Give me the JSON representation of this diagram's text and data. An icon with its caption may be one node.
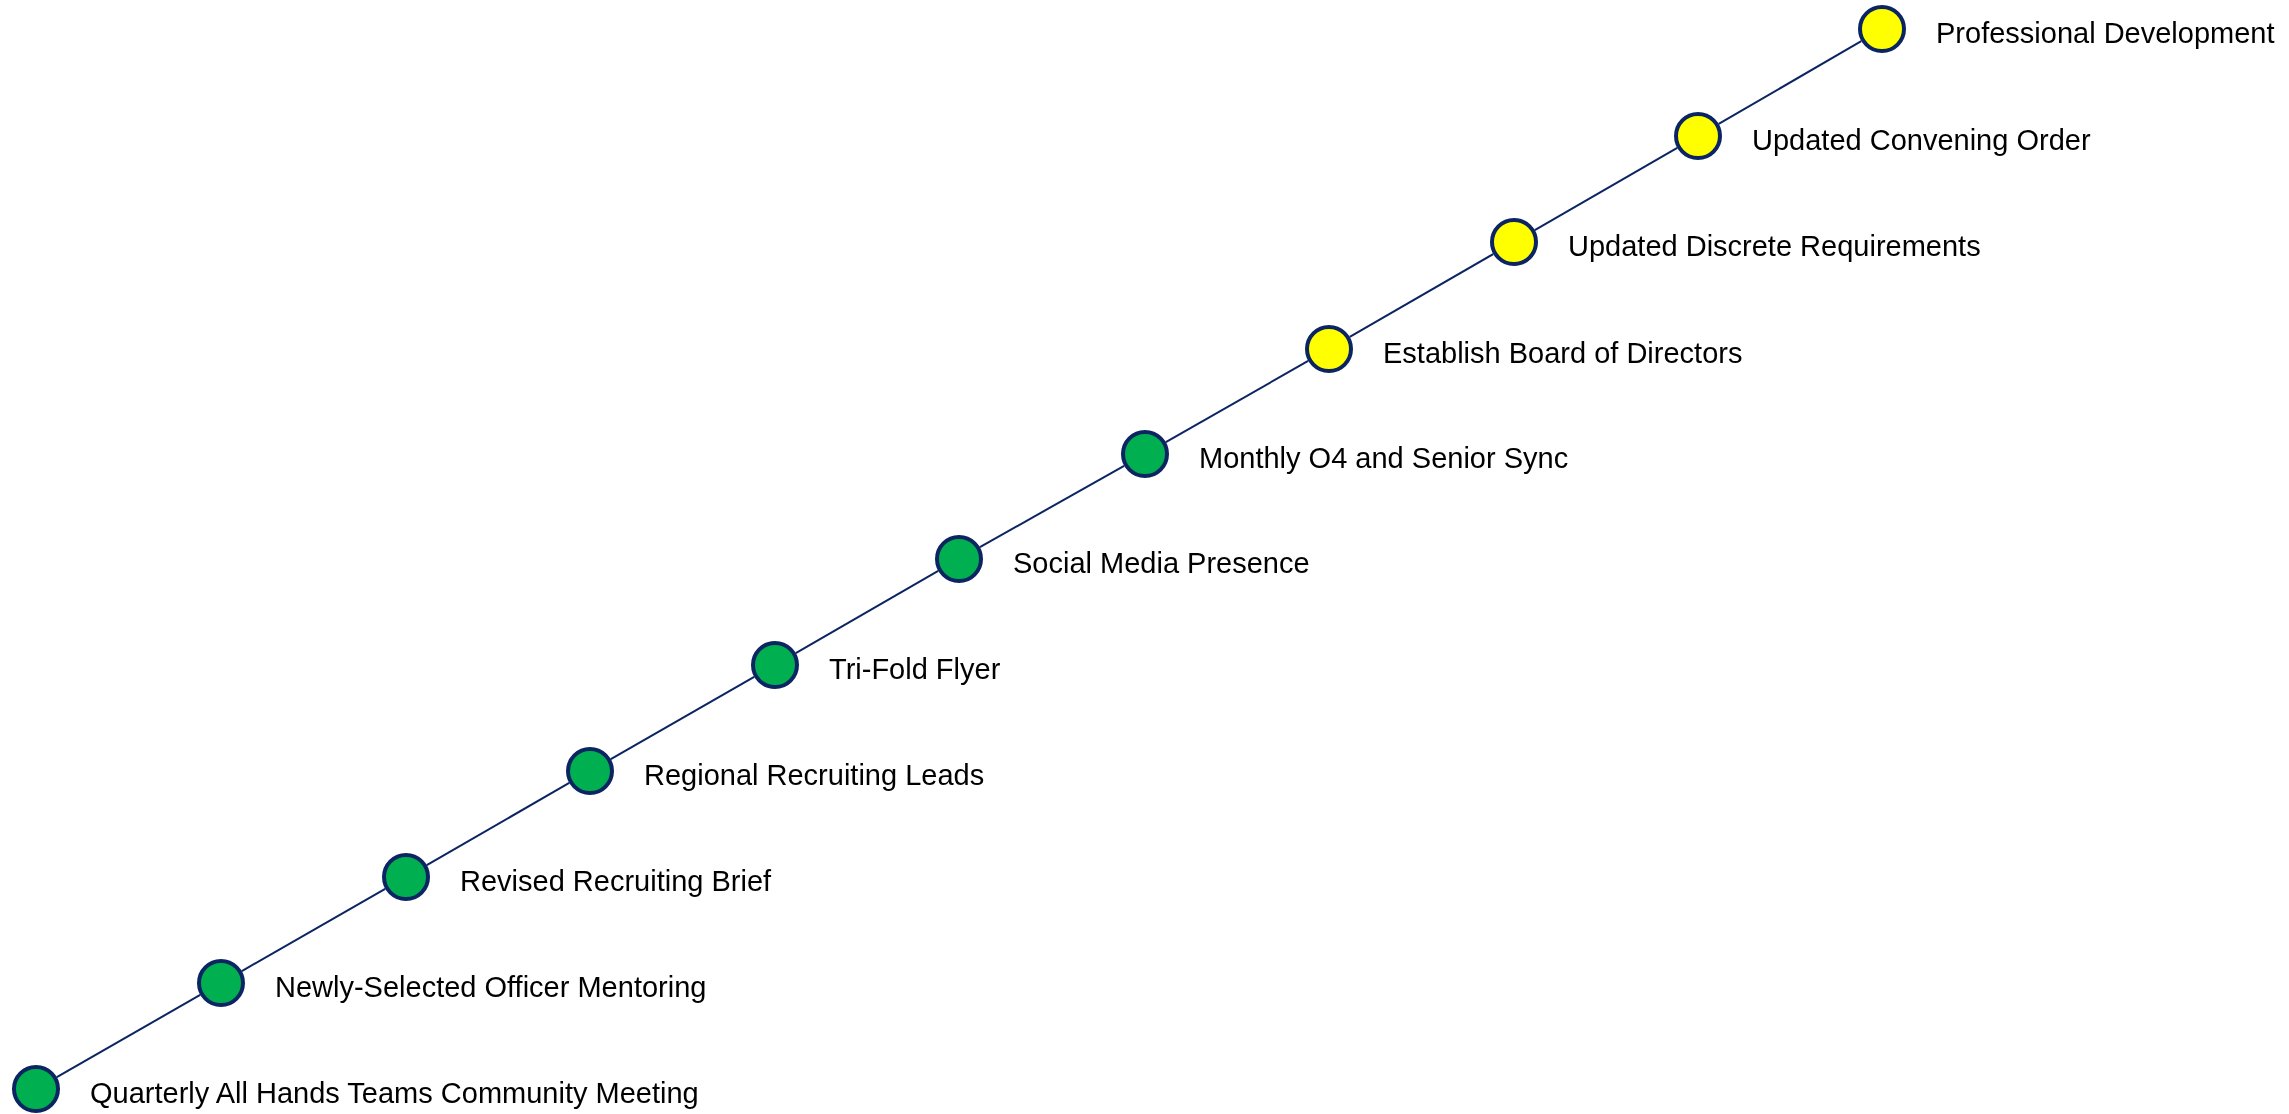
{
  "diagram": {
    "nodes": [
      {
        "text": [],
        "shape": "circle",
        "beside": [
          "Quarterly All Hands Teams Community Meeting"
        ]
      },
      {
        "text": [],
        "shape": "circle",
        "beside": [
          "Newly-Selected Officer Mentoring"
        ]
      },
      {
        "text": [],
        "shape": "circle",
        "beside": [
          "Revised Recruiting Brief"
        ]
      },
      {
        "text": [],
        "shape": "circle",
        "beside": [
          "Regional Recruiting Leads"
        ]
      },
      {
        "text": [],
        "shape": "circle",
        "beside": [
          "Tri-Fold Flyer"
        ]
      },
      {
        "text": [],
        "shape": "circle",
        "beside": [
          "Social Media Presence"
        ]
      },
      {
        "text": [],
        "shape": "circle",
        "beside": [
          "Monthly O4 and Senior Sync"
        ]
      },
      {
        "text": [],
        "shape": "circle",
        "beside": [
          "Establish Board of Directors"
        ]
      },
      {
        "text": [],
        "shape": "circle",
        "beside": [
          "Updated Discrete Requirements"
        ]
      },
      {
        "text": [],
        "shape": "circle",
        "beside": [
          "Updated Convening Order"
        ]
      },
      {
        "text": [],
        "shape": "circle",
        "beside": [
          "Professional Development"
        ]
      }
    ],
    "edges": [
      {
        "from": 0,
        "to": 1,
        "arrow": "none"
      },
      {
        "from": 1,
        "to": 2,
        "arrow": "none"
      },
      {
        "from": 2,
        "to": 3,
        "arrow": "none"
      },
      {
        "from": 3,
        "to": 4,
        "arrow": "none"
      },
      {
        "from": 4,
        "to": 5,
        "arrow": "none"
      },
      {
        "from": 5,
        "to": 6,
        "arrow": "none"
      },
      {
        "from": 6,
        "to": 7,
        "arrow": "none"
      },
      {
        "from": 7,
        "to": 8,
        "arrow": "none"
      },
      {
        "from": 8,
        "to": 9,
        "arrow": "none"
      },
      {
        "from": 9,
        "to": 10,
        "arrow": "none"
      }
    ]
  }
}
